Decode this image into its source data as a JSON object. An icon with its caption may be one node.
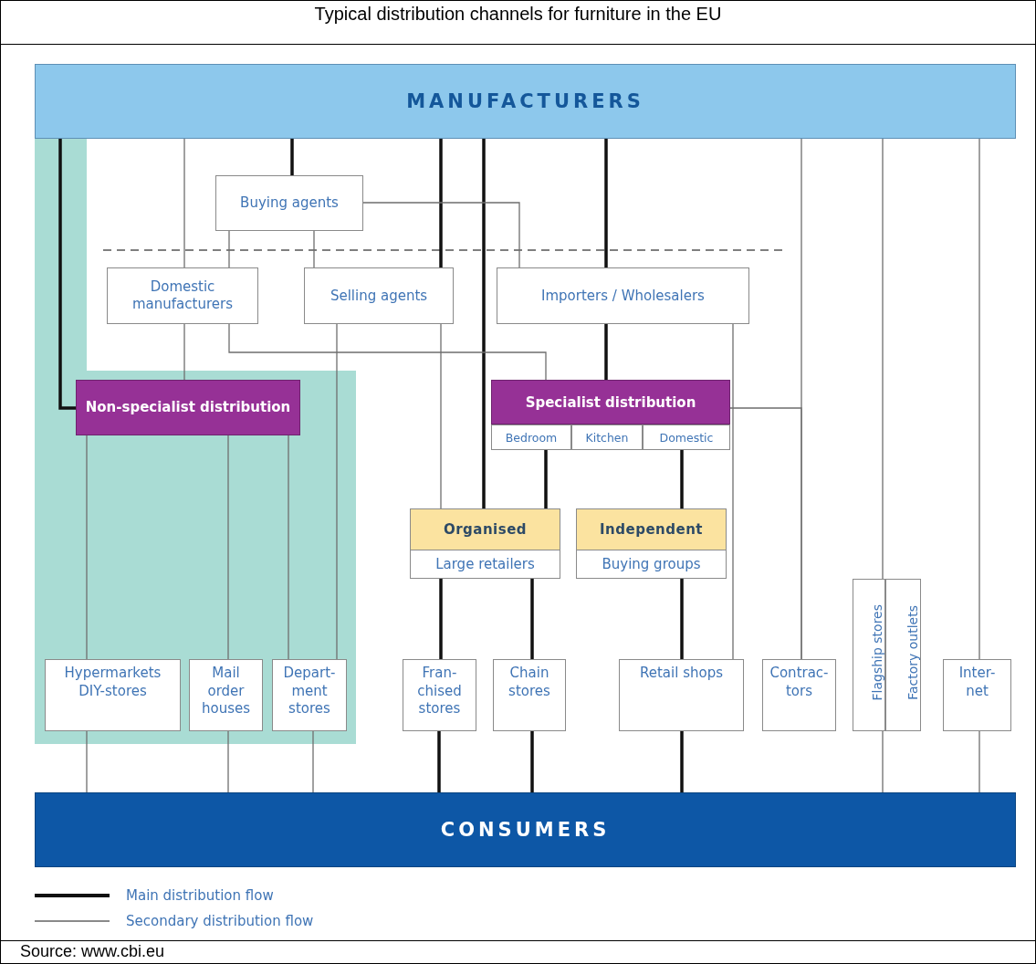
{
  "diagram": {
    "title": "Typical distribution channels for furniture in the EU",
    "caption": "Source: www.cbi.eu",
    "nodes": [
      {
        "text": [
          "MANUFACTURERS"
        ]
      },
      {
        "text": [
          "Buying agents"
        ]
      },
      {
        "text": [
          "Domestic manufacturers"
        ]
      },
      {
        "text": [
          "Selling agents"
        ]
      },
      {
        "text": [
          "Importers / Wholesalers"
        ]
      },
      {
        "text": [
          "Non-specialist distribution"
        ]
      },
      {
        "text": [
          "Specialist distribution"
        ]
      },
      {
        "text": [
          "Bedroom"
        ],
        "in": 6
      },
      {
        "text": [
          "Kitchen"
        ],
        "in": 6
      },
      {
        "text": [
          "Domestic"
        ],
        "in": 6
      },
      {
        "text": [
          "Organised",
          "Large retailers"
        ]
      },
      {
        "text": [
          "Independent",
          "Buying groups"
        ]
      },
      {
        "text": [
          "Hypermarkets DIY-stores"
        ]
      },
      {
        "text": [
          "Mail order houses"
        ]
      },
      {
        "text": [
          "Depart- ment stores"
        ]
      },
      {
        "text": [
          "Fran- chised stores"
        ]
      },
      {
        "text": [
          "Chain stores"
        ]
      },
      {
        "text": [
          "Retail shops"
        ]
      },
      {
        "text": [
          "Contrac- tors"
        ]
      },
      {
        "text": [
          "Flagship stores"
        ]
      },
      {
        "text": [
          "Factory outlets"
        ]
      },
      {
        "text": [
          "Inter- net"
        ]
      },
      {
        "text": [
          "CONSUMERS"
        ]
      }
    ],
    "edges": [
      {
        "from": 0,
        "to": 5,
        "arrow": "none",
        "style": "thick",
        "color": "#111111"
      },
      {
        "from": 0,
        "to": 2,
        "arrow": "none"
      },
      {
        "from": 0,
        "to": 1,
        "arrow": "none",
        "style": "thick",
        "color": "#111111"
      },
      {
        "from": 0,
        "to": 3,
        "arrow": "none",
        "style": "thick",
        "color": "#111111"
      },
      {
        "from": 0,
        "to": 10,
        "arrow": "none",
        "style": "thick",
        "color": "#111111"
      },
      {
        "from": 0,
        "to": 4,
        "arrow": "none",
        "style": "thick",
        "color": "#111111"
      },
      {
        "from": 0,
        "to": 18,
        "arrow": "none"
      },
      {
        "from": 0,
        "to": 19,
        "arrow": "none"
      },
      {
        "from": 0,
        "to": 21,
        "arrow": "none"
      },
      {
        "from": 1,
        "to": 2,
        "arrow": "none"
      },
      {
        "from": 1,
        "to": 3,
        "arrow": "none"
      },
      {
        "from": 1,
        "to": 4,
        "arrow": "none"
      },
      {
        "from": 2,
        "to": 5,
        "arrow": "none"
      },
      {
        "from": 2,
        "to": 6,
        "arrow": "none"
      },
      {
        "from": 3,
        "to": 14,
        "arrow": "none"
      },
      {
        "from": 3,
        "to": 10,
        "arrow": "none"
      },
      {
        "from": 4,
        "to": 6,
        "arrow": "none",
        "style": "thick",
        "color": "#111111"
      },
      {
        "from": 4,
        "to": 17,
        "arrow": "none"
      },
      {
        "from": 6,
        "to": 18,
        "arrow": "none"
      },
      {
        "from": 7,
        "to": 10,
        "arrow": "none",
        "style": "thick",
        "color": "#111111"
      },
      {
        "from": 9,
        "to": 11,
        "arrow": "none",
        "style": "thick",
        "color": "#111111"
      },
      {
        "from": 5,
        "to": 12,
        "arrow": "none"
      },
      {
        "from": 5,
        "to": 13,
        "arrow": "none"
      },
      {
        "from": 5,
        "to": 14,
        "arrow": "none"
      },
      {
        "from": 10,
        "to": 15,
        "arrow": "none",
        "style": "thick",
        "color": "#111111"
      },
      {
        "from": 10,
        "to": 16,
        "arrow": "none",
        "style": "thick",
        "color": "#111111"
      },
      {
        "from": 11,
        "to": 17,
        "arrow": "none",
        "style": "thick",
        "color": "#111111"
      },
      {
        "from": 12,
        "to": 22,
        "arrow": "none"
      },
      {
        "from": 13,
        "to": 22,
        "arrow": "none"
      },
      {
        "from": 14,
        "to": 22,
        "arrow": "none"
      },
      {
        "from": 15,
        "to": 22,
        "arrow": "none",
        "style": "thick",
        "color": "#111111"
      },
      {
        "from": 16,
        "to": 22,
        "arrow": "none",
        "style": "thick",
        "color": "#111111"
      },
      {
        "from": 17,
        "to": 22,
        "arrow": "none",
        "style": "thick",
        "color": "#111111"
      },
      {
        "from": 19,
        "to": 22,
        "arrow": "none"
      },
      {
        "from": 21,
        "to": 22,
        "arrow": "none"
      }
    ],
    "legend": [
      {
        "text": "Main distribution flow"
      },
      {
        "text": "Secondary distribution flow"
      }
    ]
  }
}
